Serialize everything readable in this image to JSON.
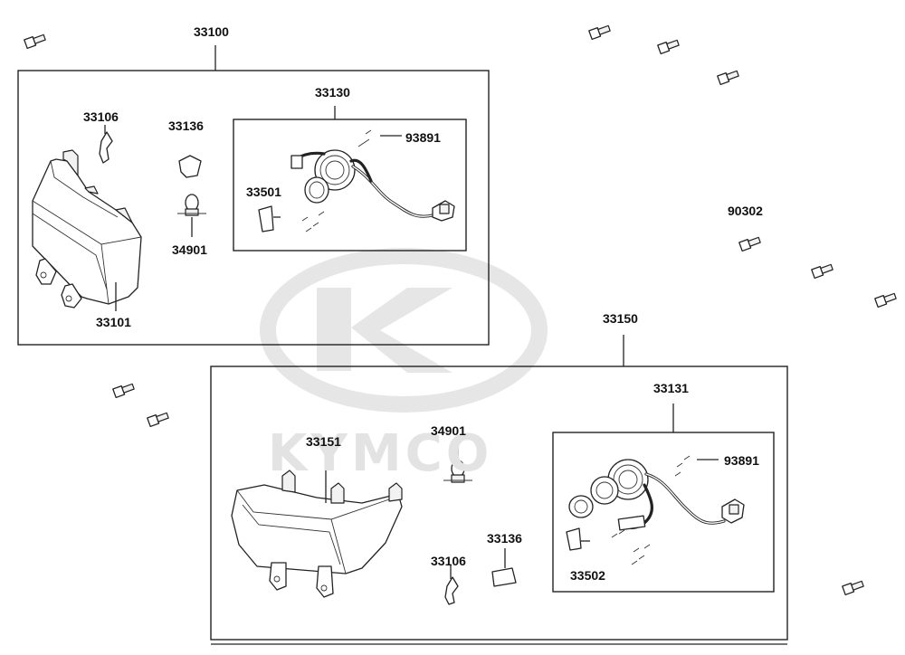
{
  "watermark": {
    "text": "KYMCO",
    "logo_name": "kymco-logo-watermark"
  },
  "assemblies": {
    "upper": {
      "label": "33100",
      "parts": {
        "lens_housing": "33101",
        "clip": "33106",
        "cover": "33136",
        "bulb": "34901"
      },
      "harness_group": {
        "label": "33130",
        "parts": {
          "screw": "93891",
          "socket": "33501"
        }
      }
    },
    "lower": {
      "label": "33150",
      "parts": {
        "lens_housing": "33151",
        "bulb": "34901",
        "cover": "33136",
        "clip": "33106"
      },
      "harness_group": {
        "label": "33131",
        "parts": {
          "screw": "93891",
          "socket": "33502"
        }
      }
    }
  },
  "loose_parts": {
    "bolt": "90302"
  },
  "colors": {
    "line": "#222222",
    "watermark": "#e3e3e3"
  }
}
